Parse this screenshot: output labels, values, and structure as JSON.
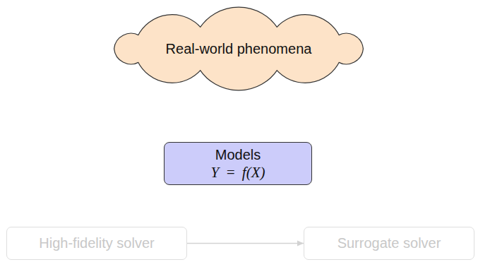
{
  "diagram": {
    "nodes": [
      {
        "text": [
          "Real-world phenomena"
        ]
      },
      {
        "text": [
          "Models",
          "Y = f(X)"
        ]
      },
      {
        "text": [
          "High-fidelity solver"
        ]
      },
      {
        "text": [
          "Surrogate solver"
        ]
      }
    ],
    "edges": [
      {
        "from": 2,
        "to": 3,
        "arrow": "to"
      }
    ]
  }
}
